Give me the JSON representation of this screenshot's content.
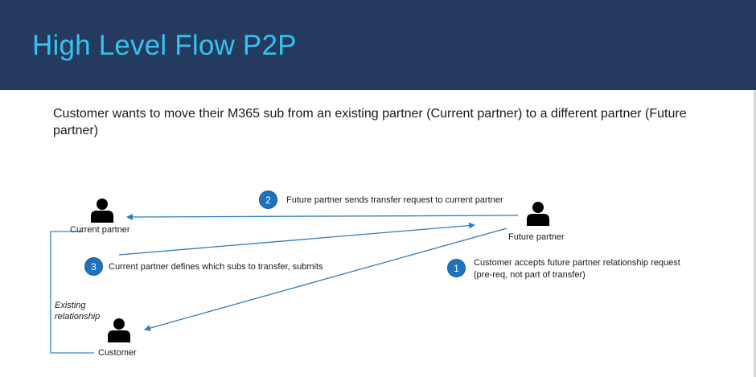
{
  "header": {
    "title": "High Level Flow P2P",
    "background_color": "#243a5e",
    "title_color": "#33c3f0"
  },
  "subtitle": "Customer wants to move their M365 sub from an existing partner (Current partner) to a different partner (Future partner)",
  "actors": {
    "current_partner": "Current partner",
    "future_partner": "Future partner",
    "customer": "Customer"
  },
  "relationship_label": "Existing relationship",
  "steps": [
    {
      "number": "1",
      "text": "Customer accepts future partner relationship request",
      "subtext": "(pre-req, not part of transfer)"
    },
    {
      "number": "2",
      "text": "Future partner sends transfer request to current partner"
    },
    {
      "number": "3",
      "text": "Current partner defines which subs to transfer, submits"
    }
  ],
  "colors": {
    "arrow": "#2e7bbf",
    "badge": "#1e73be",
    "bracket": "#3a86c8",
    "person": "#000000"
  }
}
